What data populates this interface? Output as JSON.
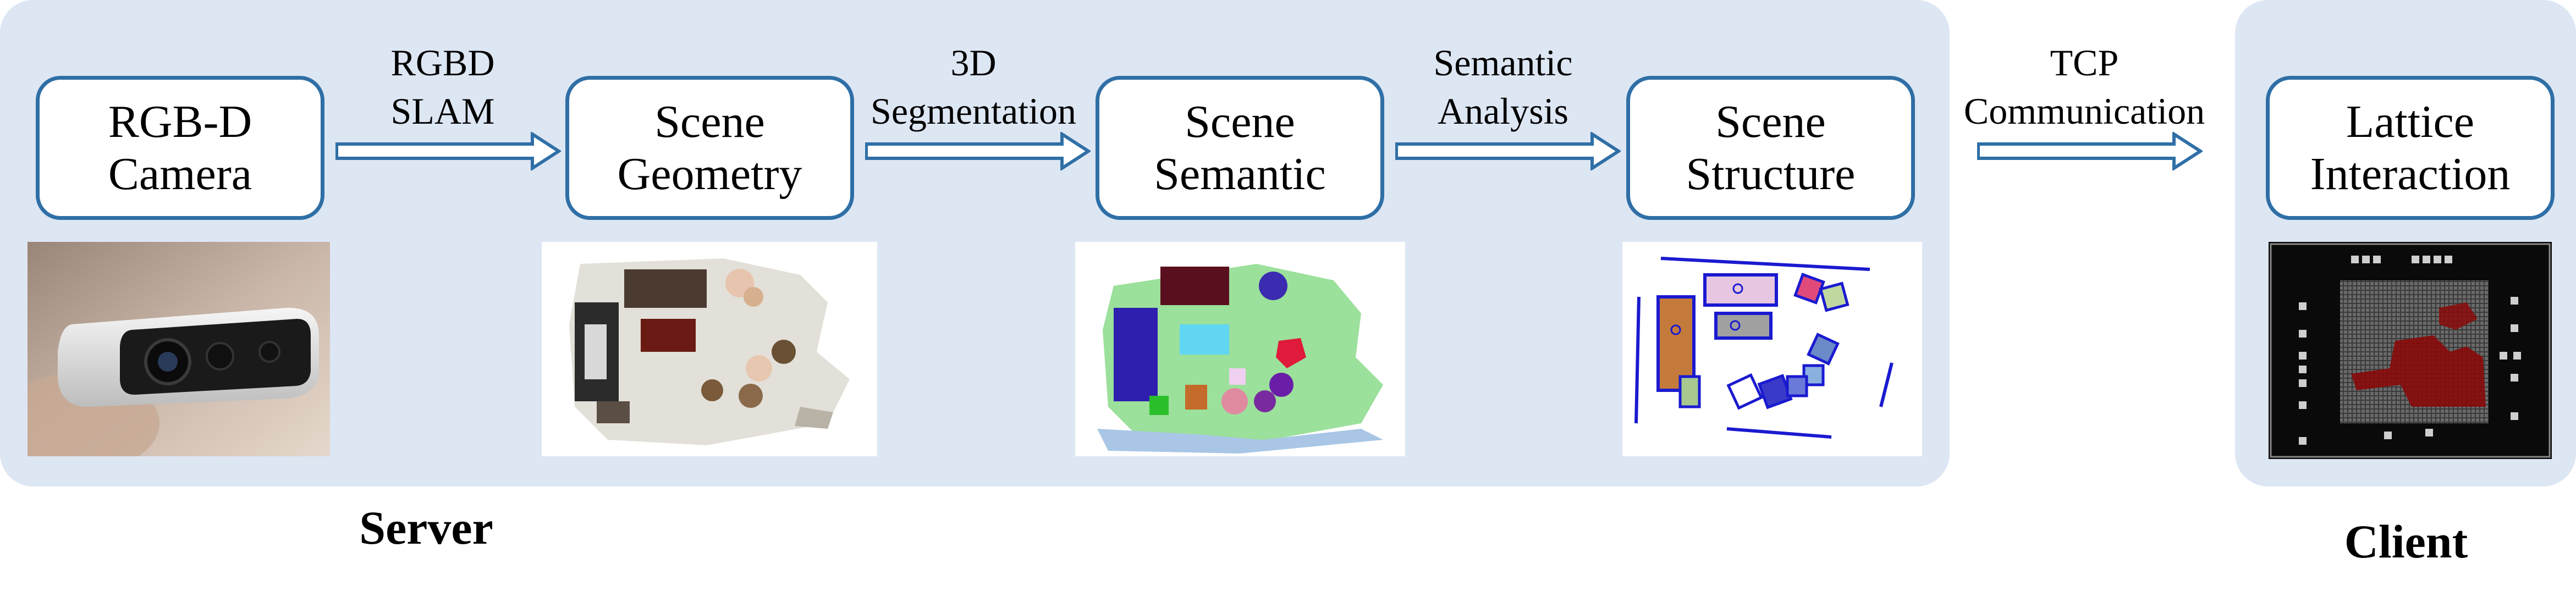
{
  "groups": {
    "server": "Server",
    "client": "Client"
  },
  "stages": [
    {
      "id": "camera",
      "label": "RGB-D\nCamera"
    },
    {
      "id": "geometry",
      "label": "Scene\nGeometry"
    },
    {
      "id": "semantic",
      "label": "Scene\nSemantic"
    },
    {
      "id": "structure",
      "label": "Scene\nStructure"
    },
    {
      "id": "lattice",
      "label": "Lattice\nInteraction"
    }
  ],
  "edges": [
    {
      "from": "camera",
      "to": "geometry",
      "label": "RGBD\nSLAM"
    },
    {
      "from": "geometry",
      "to": "semantic",
      "label": "3D\nSegmentation"
    },
    {
      "from": "semantic",
      "to": "structure",
      "label": "Semantic\nAnalysis"
    },
    {
      "from": "structure",
      "to": "lattice",
      "label": "TCP\nCommunication"
    }
  ],
  "colors": {
    "panel": "#dde6f3",
    "box_border": "#2f6fa6",
    "arrow": "#2f6fa6",
    "text": "#000000"
  }
}
